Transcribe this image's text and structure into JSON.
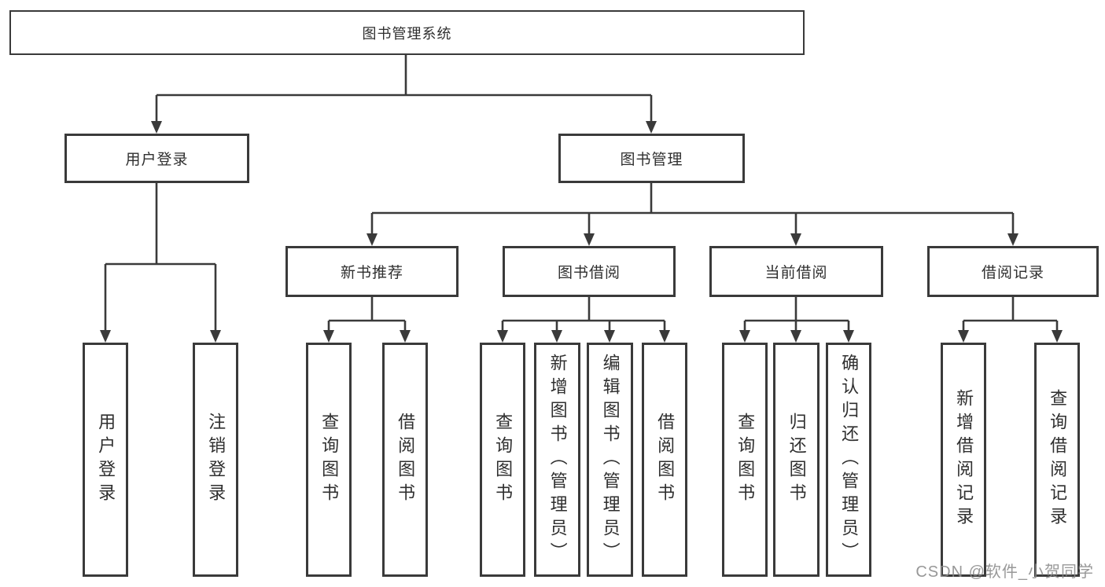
{
  "diagram": {
    "root": {
      "label": "图书管理系统"
    },
    "branches": [
      {
        "label": "用户登录",
        "children": [
          "用户登录",
          "注销登录"
        ]
      },
      {
        "label": "图书管理",
        "sections": [
          {
            "label": "新书推荐",
            "children": [
              "查询图书",
              "借阅图书"
            ]
          },
          {
            "label": "图书借阅",
            "children": [
              "查询图书",
              "新增图书（管理员）",
              "编辑图书（管理员）",
              "借阅图书"
            ]
          },
          {
            "label": "当前借阅",
            "children": [
              "查询图书",
              "归还图书",
              "确认归还（管理员）"
            ]
          },
          {
            "label": "借阅记录",
            "children": [
              "新增借阅记录",
              "查询借阅记录"
            ]
          }
        ]
      }
    ]
  },
  "watermark": "CSDN @软件_小贺同学",
  "colors": {
    "line": "#3a3a3a",
    "background": "#ffffff",
    "watermark": "#8a8a8a"
  }
}
